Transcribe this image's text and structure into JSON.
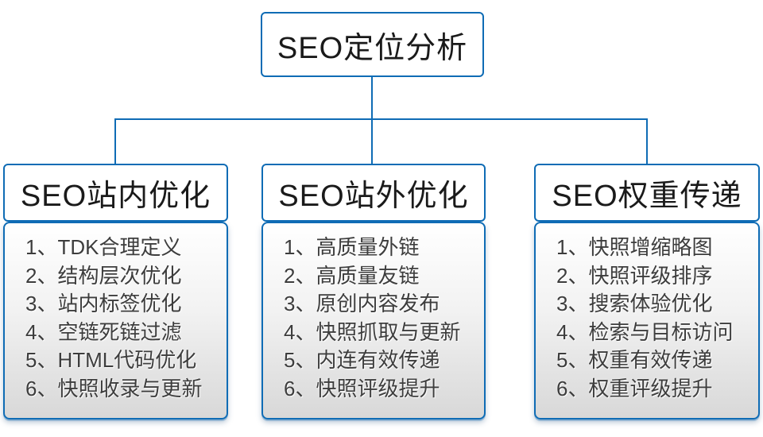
{
  "diagram": {
    "root": {
      "label": "SEO定位分析"
    },
    "columns": [
      {
        "title": "SEO站内优化",
        "items": [
          "1、TDK合理定义",
          "2、结构层次优化",
          "3、站内标签优化",
          "4、空链死链过滤",
          "5、HTML代码优化",
          "6、快照收录与更新"
        ]
      },
      {
        "title": "SEO站外优化",
        "items": [
          "1、高质量外链",
          "2、高质量友链",
          "3、原创内容发布",
          "4、快照抓取与更新",
          "5、内连有效传递",
          "6、快照评级提升"
        ]
      },
      {
        "title": "SEO权重传递",
        "items": [
          "1、快照增缩略图",
          "2、快照评级排序",
          "3、搜索体验优化",
          "4、检索与目标访问",
          "5、权重有效传递",
          "6、权重评级提升"
        ]
      }
    ],
    "colors": {
      "line": "#0f6cb5",
      "header_text": "#1a1a1a",
      "item_text": "#3d3d3d"
    }
  }
}
